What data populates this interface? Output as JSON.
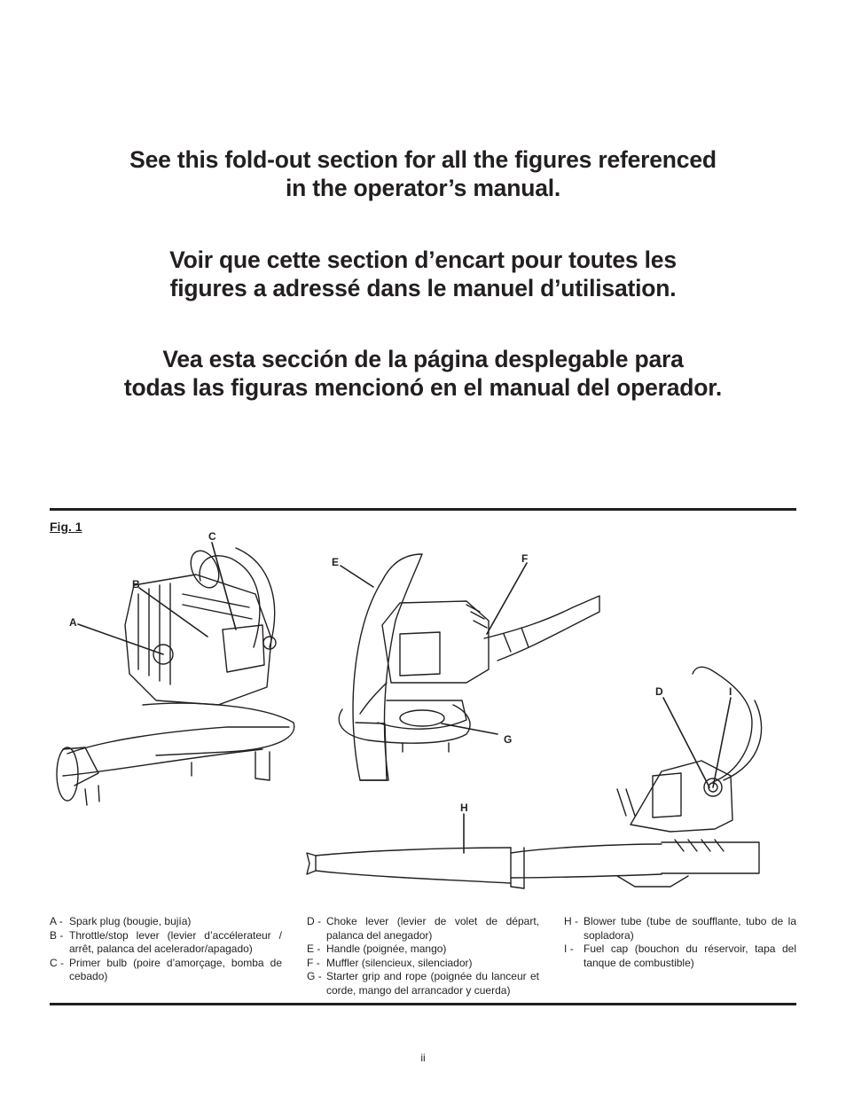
{
  "headings": {
    "english": [
      "See this fold-out section for all the figures referenced",
      "in the operator’s manual."
    ],
    "french": [
      "Voir que cette section d’encart pour toutes les",
      "figures a adressé dans le manuel d’utilisation."
    ],
    "spanish": [
      "Vea esta sección de la página desplegable para",
      "todas las figuras mencionó en el manual del operador."
    ]
  },
  "figure": {
    "label": "Fig. 1",
    "callouts": {
      "A": "A",
      "B": "B",
      "C": "C",
      "D": "D",
      "E": "E",
      "F": "F",
      "G": "G",
      "H": "H",
      "I": "I"
    }
  },
  "legend": {
    "col1": [
      {
        "key": "A",
        "sep": "-",
        "text": "Spark plug (bougie, bujía)"
      },
      {
        "key": "B",
        "sep": "-",
        "text": "Throttle/stop lever (levier d’accélerateur / arrêt, palanca del acelerador/apagado)"
      },
      {
        "key": "C",
        "sep": "-",
        "text": "Primer bulb (poire d’amorçage, bomba de cebado)"
      }
    ],
    "col2": [
      {
        "key": "D",
        "sep": "-",
        "text": "Choke lever (levier de volet de départ, palanca del anegador)"
      },
      {
        "key": "E",
        "sep": "-",
        "text": "Handle (poignée, mango)"
      },
      {
        "key": "F",
        "sep": "-",
        "text": "Muffler (silencieux, silenciador)"
      },
      {
        "key": "G",
        "sep": "-",
        "text": "Starter grip and rope (poignée du lanceur et corde, mango del arrancador y cuerda)"
      }
    ],
    "col3": [
      {
        "key": "H",
        "sep": "-",
        "text": "Blower tube (tube de soufflante, tubo de la sopladora)"
      },
      {
        "key": "I",
        "sep": "-",
        "text": "Fuel cap (bouchon du réservoir, tapa del tanque de combustible)"
      }
    ]
  },
  "page_number": "ii"
}
